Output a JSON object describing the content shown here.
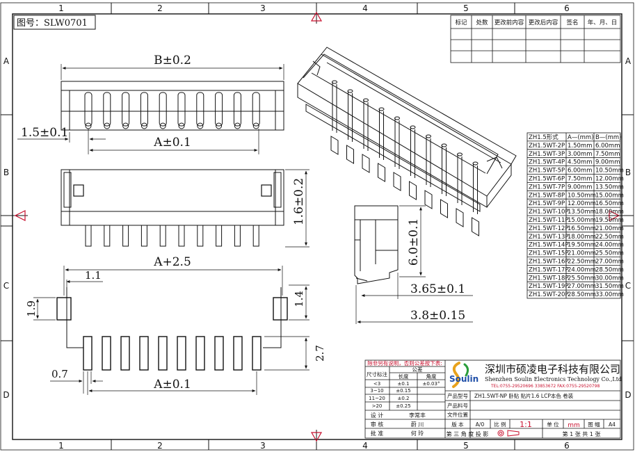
{
  "frame": {
    "cols": [
      "1",
      "2",
      "3",
      "4",
      "5",
      "6"
    ],
    "rows": [
      "A",
      "B",
      "C",
      "D"
    ]
  },
  "drawing_number": "图号：SLW0701",
  "revision_table": {
    "headers": [
      "标记",
      "处数",
      "更改前内容",
      "更改后内容",
      "签名",
      "年、月、日"
    ]
  },
  "dims": {
    "b_width": "B±0.2",
    "a_pitch": "A±0.1",
    "pitch_1_5": "1.5±0.1",
    "height_1_6": "1.6±0.2",
    "a_plus": "A+2.5",
    "w_1_1": "1.1",
    "w_1_9": "1.9",
    "h_1_4": "1.4",
    "h_2_7": "2.7",
    "w_0_7": "0.7",
    "a_pitch_bottom": "A±0.1",
    "h_6_0": "6.0±0.1",
    "d_3_65": "3.65±0.1",
    "d_3_8": "3.8±0.15"
  },
  "spec_table": {
    "headers": [
      "ZH1.5形式",
      "A—(mm)",
      "B—(mm)"
    ],
    "rows": [
      [
        "ZH1.5WT-2P",
        "1.50mm",
        "6.00mm"
      ],
      [
        "ZH1.5WT-3P",
        "3.00mm",
        "7.50mm"
      ],
      [
        "ZH1.5WT-4P",
        "4.50mm",
        "9.00mm"
      ],
      [
        "ZH1.5WT-5P",
        "6.00mm",
        "10.50mm"
      ],
      [
        "ZH1.5WT-6P",
        "7.50mm",
        "12.00mm"
      ],
      [
        "ZH1.5WT-7P",
        "9.00mm",
        "13.50mm"
      ],
      [
        "ZH1.5WT-8P",
        "10.50mm",
        "15.00mm"
      ],
      [
        "ZH1.5WT-9P",
        "12.00mm",
        "16.50mm"
      ],
      [
        "ZH1.5WT-10P",
        "13.50mm",
        "18.00mm"
      ],
      [
        "ZH1.5WT-11P",
        "15.00mm",
        "19.50mm"
      ],
      [
        "ZH1.5WT-12P",
        "16.50mm",
        "21.00mm"
      ],
      [
        "ZH1.5WT-13P",
        "18.00mm",
        "22.50mm"
      ],
      [
        "ZH1.5WT-14P",
        "19.50mm",
        "24.00mm"
      ],
      [
        "ZH1.5WT-15P",
        "21.00mm",
        "25.50mm"
      ],
      [
        "ZH1.5WT-16P",
        "22.50mm",
        "27.00mm"
      ],
      [
        "ZH1.5WT-17P",
        "24.00mm",
        "28.50mm"
      ],
      [
        "ZH1.5WT-18P",
        "25.50mm",
        "30.00mm"
      ],
      [
        "ZH1.5WT-19P",
        "27.00mm",
        "31.50mm"
      ],
      [
        "ZH1.5WT-20P",
        "28.50mm",
        "33.00mm"
      ]
    ]
  },
  "title_block": {
    "note": "除非另有说明，否则公差按下表:",
    "tol_header": "公差",
    "size_label": "尺寸标注",
    "length_label": "长度",
    "angle_label": "角度",
    "tol_rows": [
      [
        "<3",
        "±0.1",
        "±0.03°"
      ],
      [
        "3~10",
        "±0.15",
        ""
      ],
      [
        "11~20",
        "±0.2",
        ""
      ],
      [
        ">20",
        "±0.25",
        ""
      ]
    ],
    "design_label": "设 计",
    "designer": "李常丰",
    "check_label": "审 核",
    "checker": "蔚 川",
    "approve_label": "批 准",
    "approver": "何 玲",
    "company_cn": "深圳市硕凌电子科技有限公司",
    "company_en": "Shenzhen Soulin Electronics Technology Co.,Ltd",
    "contact": "TEL:0755-29520696 33853672   FAX:0755-29520798",
    "logo_text": "Soulin",
    "product_model_label": "产品型号",
    "product_model": "ZH1.5WT-NP 卧贴 贴片1.6 LCP本色 卷装",
    "product_no_label": "产品料号",
    "file_label": "文件位置",
    "version_label": "版 本",
    "version": "A/0",
    "scale_label": "比 例",
    "scale": "1:1",
    "unit_label": "单 位",
    "unit": "mm",
    "sheet_size_label": "图 幅",
    "sheet_size": "A4",
    "projection_label": "第 三 角 度 投 影",
    "page": "第 1 张 共 1 张"
  }
}
